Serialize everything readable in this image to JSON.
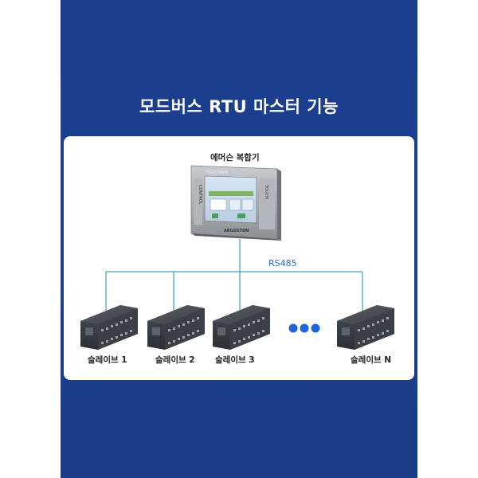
{
  "title": "모드버스 RTU 마스터 기능",
  "master": {
    "label": "에머슨 복합기",
    "screen_brand": "TOUCHWIN",
    "logo": "ARGUSTON",
    "side_text_left": "CONTROL",
    "side_text_right": "TOUCH"
  },
  "bus_label": "RS485",
  "slaves": [
    {
      "label": "슬레이브 1"
    },
    {
      "label": "슬레이브 2"
    },
    {
      "label": "슬레이브 3"
    },
    {
      "label": "슬레이브 N"
    }
  ],
  "colors": {
    "background": "#1b3e8a",
    "card": "#ffffff",
    "bus_line": "#3aa0c8",
    "dots": "#1e66e0",
    "title_text": "#ffffff"
  }
}
